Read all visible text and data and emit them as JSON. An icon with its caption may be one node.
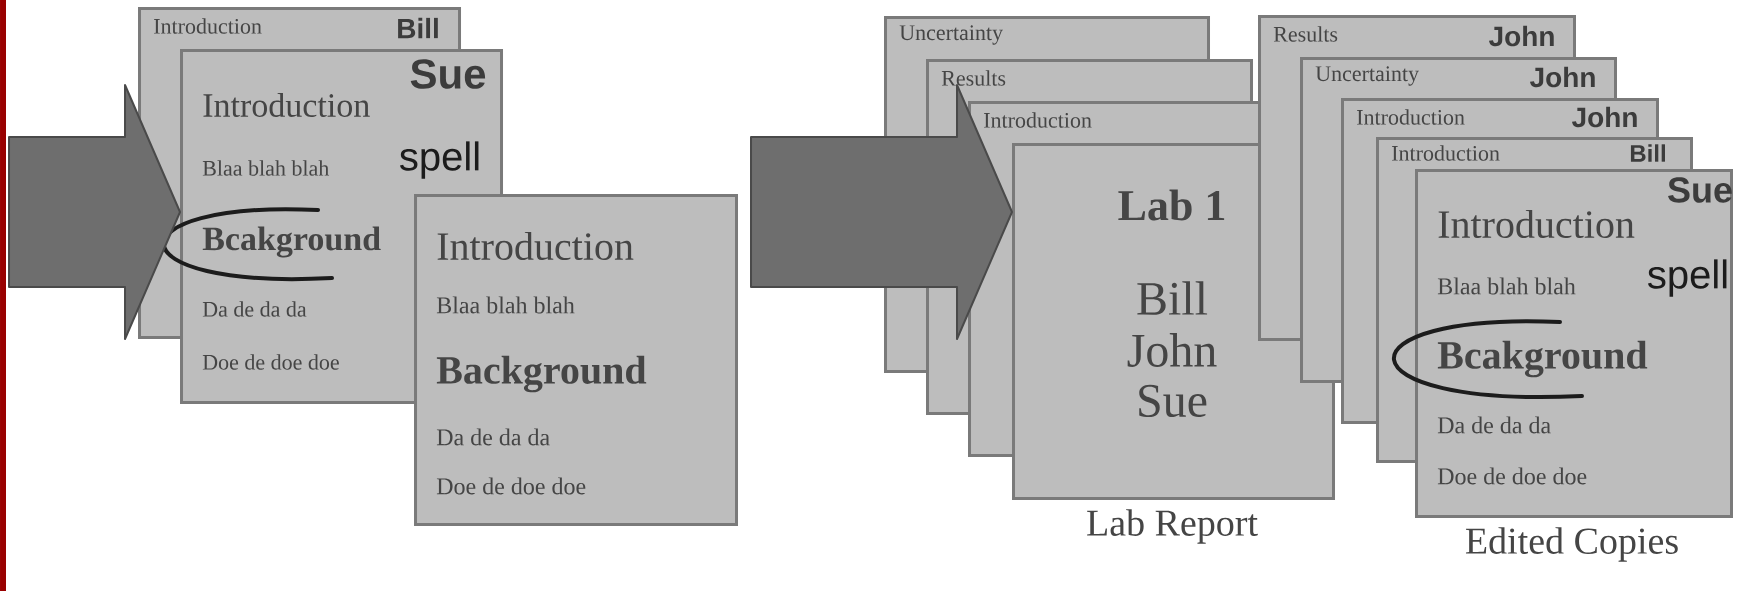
{
  "diagram": {
    "nodes": [
      {
        "text": [
          "Introduction",
          "Blaa blah blah",
          "Bcakground",
          "Da de da da",
          "Doe de doe doe"
        ]
      },
      {
        "text": [
          "Introduction",
          "Blaa blah blah",
          "Background",
          "Da de da da",
          "Doe de doe doe"
        ]
      },
      {
        "text": [
          "Lab 1",
          "Bill",
          "John",
          "Sue"
        ],
        "beside": [
          "Lab Report"
        ]
      },
      {
        "text": [
          "Introduction",
          "Blaa blah blah",
          "Bcakground",
          "Da de da da",
          "Doe de doe doe"
        ],
        "beside": [
          "Edited Copies"
        ]
      }
    ],
    "edges": [
      {
        "from": null,
        "to": 0,
        "arrow": "to"
      },
      {
        "from": 1,
        "to": 2,
        "arrow": "to"
      }
    ],
    "labels": [
      "Introduction",
      "Bill",
      "Sue",
      "spell",
      "Uncertainty",
      "Results",
      "Introduction",
      "Results",
      "John",
      "Uncertainty",
      "John",
      "Introduction",
      "John",
      "Introduction",
      "Bill",
      "Sue",
      "spell"
    ]
  }
}
